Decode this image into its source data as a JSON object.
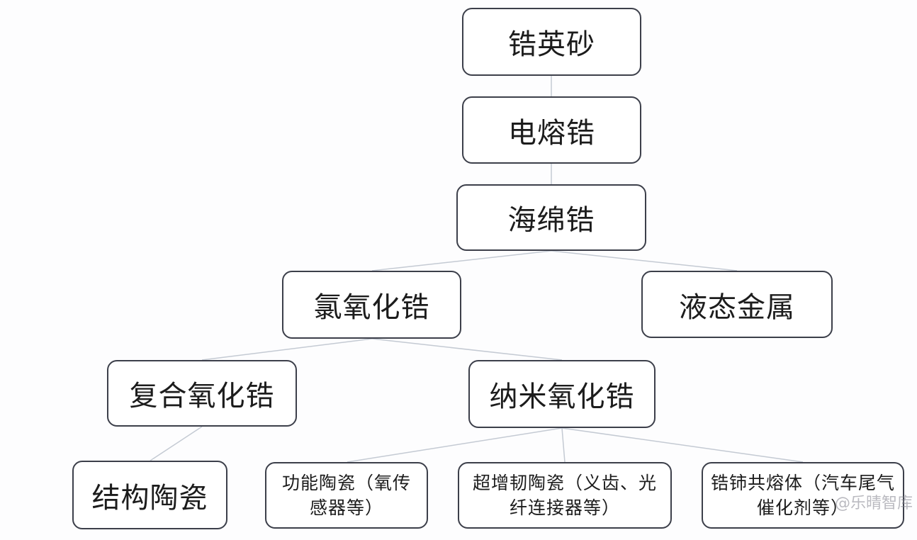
{
  "nodes": {
    "zircon_sand": "锆英砂",
    "fused_zirconia": "电熔锆",
    "sponge_zirconium": "海绵锆",
    "zirconium_oxychloride": "氯氧化锆",
    "liquid_metal": "液态金属",
    "composite_zirconia": "复合氧化锆",
    "nano_zirconia": "纳米氧化锆",
    "structural_ceramics": "结构陶瓷",
    "functional_ceramics": "功能陶瓷（氧传感器等）",
    "toughened_ceramics": "超增韧陶瓷（义齿、光纤连接器等）",
    "zr_ce_solid_solution": "锆铈共熔体（汽车尾气催化剂等）"
  },
  "watermark": "@乐晴智库"
}
